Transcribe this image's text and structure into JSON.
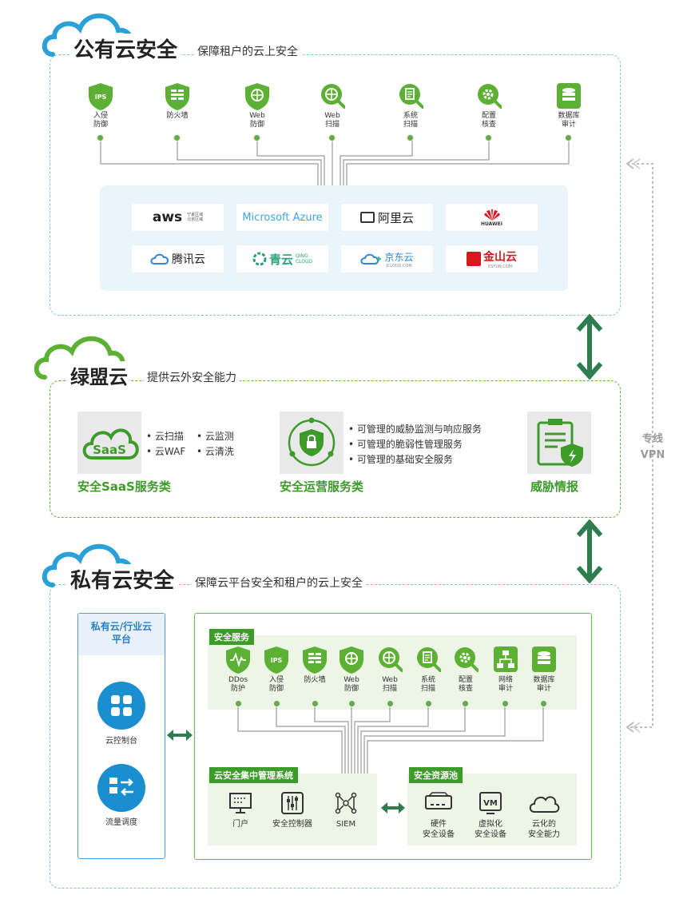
{
  "public_cloud": {
    "title": "公有云安全",
    "subtitle": "保障租户的云上安全",
    "tools": [
      {
        "icon": "ips-shield-icon",
        "glyph": "IPS",
        "label": "入侵\n防御"
      },
      {
        "icon": "firewall-shield-icon",
        "glyph": "",
        "label": "防火墙"
      },
      {
        "icon": "web-shield-icon",
        "glyph": "",
        "label": "Web\n防御"
      },
      {
        "icon": "web-scan-icon",
        "glyph": "",
        "label": "Web\n扫描"
      },
      {
        "icon": "system-scan-icon",
        "glyph": "",
        "label": "系统\n扫描"
      },
      {
        "icon": "config-check-icon",
        "glyph": "",
        "label": "配置\n核查"
      },
      {
        "icon": "database-audit-icon",
        "glyph": "",
        "label": "数据库\n审计"
      }
    ],
    "vendors": [
      "aws",
      "Microsoft Azure",
      "阿里云",
      "HUAWEI",
      "腾讯云",
      "青云",
      "京东云",
      "金山云"
    ],
    "vendor_extra": {
      "aws_sub": "宁夏区域\n北京区域",
      "qing_sub": "QING\nCLOUD",
      "jd_sub": "JCLOUD.COM",
      "ks_sub": "KSYUN.COM"
    }
  },
  "green_alliance": {
    "title": "绿盟云",
    "subtitle": "提供云外安全能力",
    "saas": {
      "badge": "SaaS",
      "items": [
        "云扫描",
        "云监测",
        "云WAF",
        "云清洗"
      ],
      "title": "安全SaaS服务类"
    },
    "ops": {
      "items": [
        "可管理的威胁监测与响应服务",
        "可管理的脆弱性管理服务",
        "可管理的基础安全服务"
      ],
      "title": "安全运营服务类"
    },
    "intel": {
      "title": "威胁情报"
    }
  },
  "vpn": {
    "line1": "专线",
    "line2": "VPN"
  },
  "private_cloud": {
    "title": "私有云安全",
    "subtitle": "保障云平台安全和租户的云上安全",
    "platform": {
      "title": "私有云/行业云\n平台",
      "items": [
        {
          "icon": "cloud-console-icon",
          "label": "云控制台"
        },
        {
          "icon": "traffic-dispatch-icon",
          "label": "流量调度"
        }
      ]
    },
    "services": {
      "tag": "安全服务",
      "tools": [
        {
          "icon": "ddos-shield-icon",
          "glyph": "",
          "label": "DDos\n防护"
        },
        {
          "icon": "ips-shield-icon",
          "glyph": "IPS",
          "label": "入侵\n防御"
        },
        {
          "icon": "firewall-shield-icon",
          "glyph": "",
          "label": "防火墙"
        },
        {
          "icon": "web-shield-icon",
          "glyph": "",
          "label": "Web\n防御"
        },
        {
          "icon": "web-scan-icon",
          "glyph": "",
          "label": "Web\n扫描"
        },
        {
          "icon": "system-scan-icon",
          "glyph": "",
          "label": "系统\n扫描"
        },
        {
          "icon": "config-check-icon",
          "glyph": "",
          "label": "配置\n核查"
        },
        {
          "icon": "network-audit-icon",
          "glyph": "",
          "label": "网络\n审计"
        },
        {
          "icon": "database-audit-icon",
          "glyph": "",
          "label": "数据库\n审计"
        }
      ]
    },
    "mgmt": {
      "tag": "云安全集中管理系统",
      "items": [
        {
          "icon": "portal-icon",
          "label": "门户"
        },
        {
          "icon": "security-controller-icon",
          "label": "安全控制器"
        },
        {
          "icon": "siem-icon",
          "label": "SIEM"
        }
      ]
    },
    "pool": {
      "tag": "安全资源池",
      "items": [
        {
          "icon": "hardware-device-icon",
          "label": "硬件\n安全设备"
        },
        {
          "icon": "vm-device-icon",
          "label": "虚拟化\n安全设备"
        },
        {
          "icon": "cloud-capability-icon",
          "label": "云化的\n安全能力"
        }
      ]
    }
  },
  "colors": {
    "green": "#3d9b2a",
    "light_green": "#6aa84f",
    "blue": "#2a9fd8",
    "dark_green": "#2e7d4f"
  }
}
